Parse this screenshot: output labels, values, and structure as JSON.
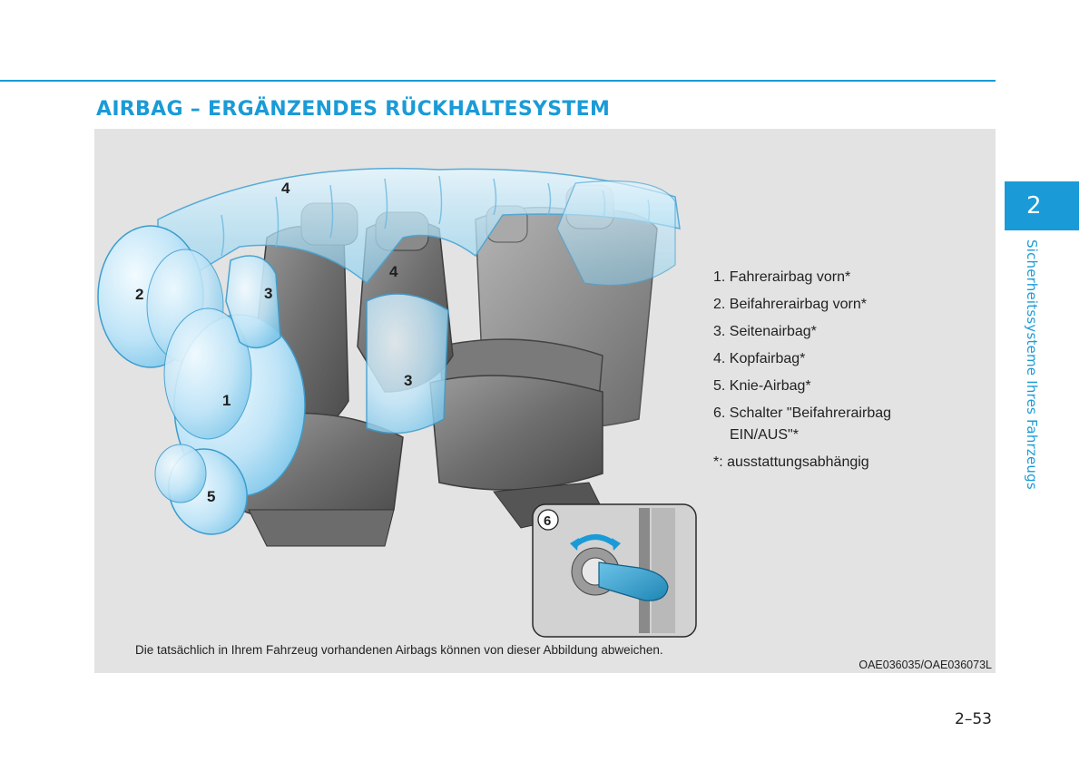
{
  "page": {
    "title": "AIRBAG – ERGÄNZENDES RÜCKHALTESYSTEM",
    "chapter_number": "2",
    "chapter_title": "Sicherheitssysteme Ihres Fahrzeugs",
    "page_number": "2–53",
    "accent_color": "#1a9bd7"
  },
  "figure": {
    "legend": [
      "1. Fahrerairbag vorn*",
      "2. Beifahrerairbag vorn*",
      "3. Seitenairbag*",
      "4. Kopfairbag*",
      "5. Knie-Airbag*",
      "6. Schalter \"Beifahrerairbag EIN/AUS\"*",
      "*: ausstattungsabhängig"
    ],
    "callouts": {
      "driver_front": "1",
      "passenger_front": "2",
      "side_front": "3",
      "side_rear": "3",
      "curtain_top": "4",
      "curtain_mid": "4",
      "knee": "5",
      "switch": "6"
    },
    "caption": "Die tatsächlich in Ihrem Fahrzeug vorhandenen Airbags können von dieser Abbildung abweichen.",
    "figure_code": "OAE036035/OAE036073L"
  }
}
